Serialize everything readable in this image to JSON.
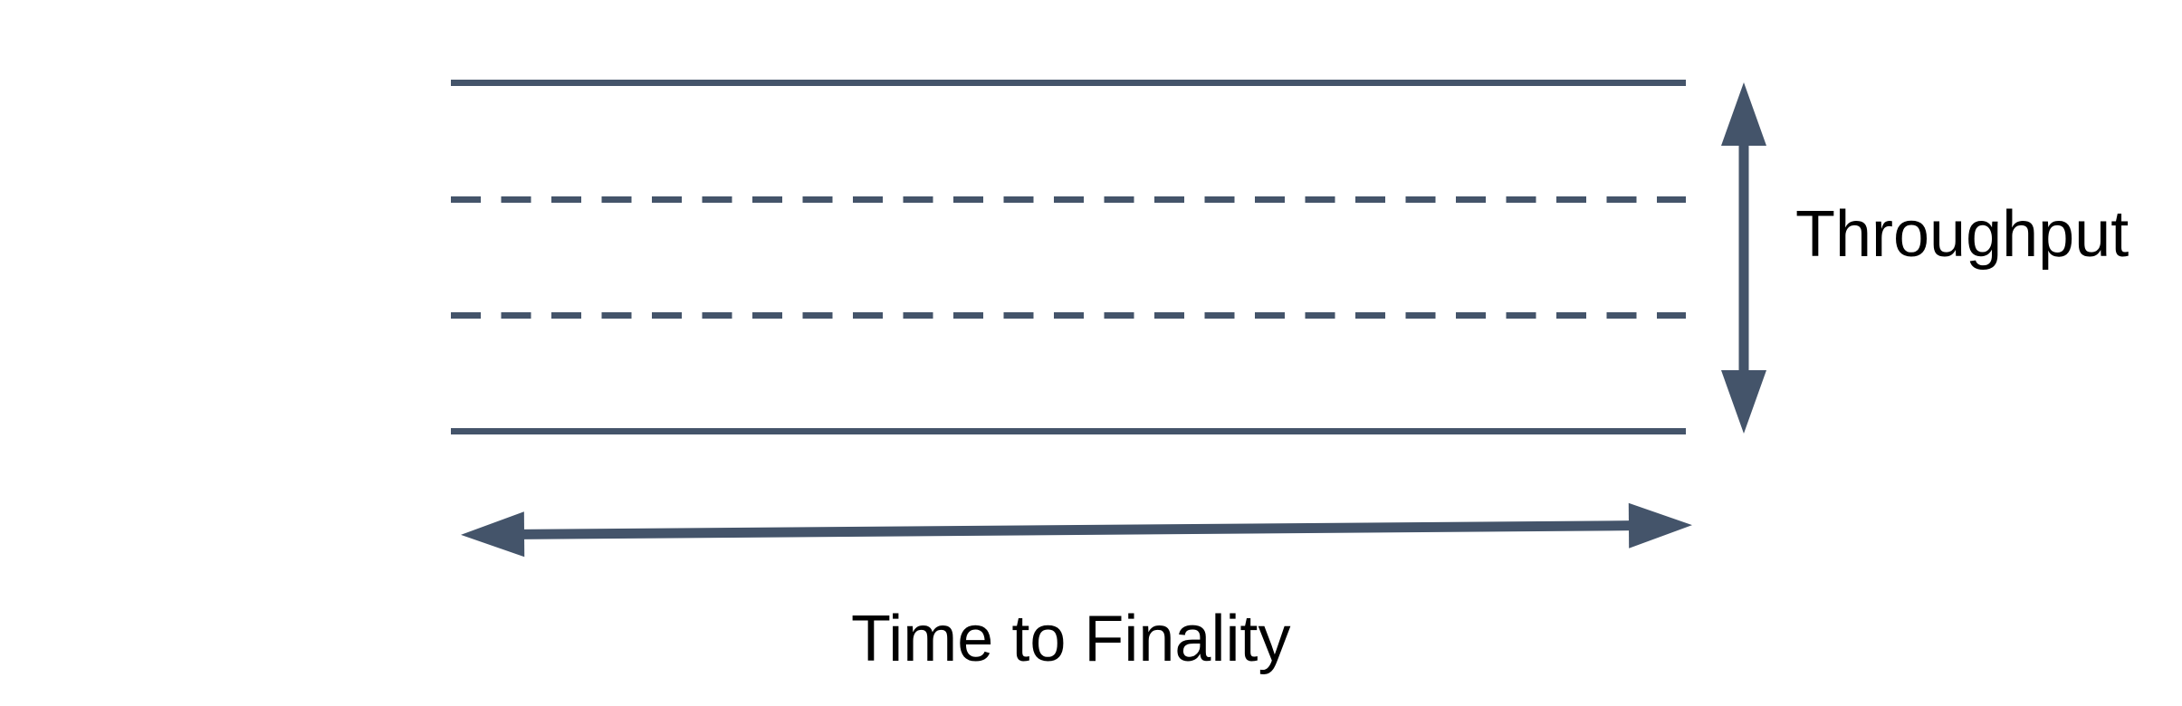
{
  "diagram": {
    "background_color": "#ffffff",
    "accent_color": "#44546A",
    "text_color": "#000000",
    "band": {
      "lines": [
        {
          "style": "solid"
        },
        {
          "style": "dashed"
        },
        {
          "style": "dashed"
        },
        {
          "style": "solid"
        }
      ]
    },
    "axes": {
      "vertical": {
        "label": "Throughput",
        "arrow": "double-headed-vertical-arrow"
      },
      "horizontal": {
        "label": "Time to Finality",
        "arrow": "double-headed-horizontal-arrow"
      }
    }
  }
}
